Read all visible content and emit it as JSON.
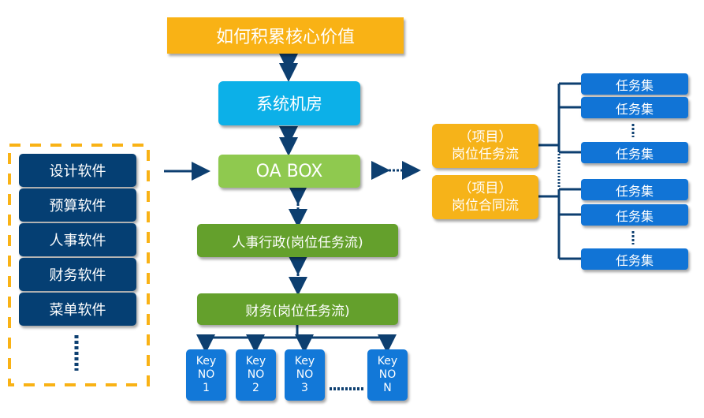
{
  "title": "如何积累核心价值",
  "server_room": "系统机房",
  "oa_box": "OA BOX",
  "hr_admin": "人事行政(岗位任务流)",
  "finance": "财务(岗位任务流)",
  "keys": [
    {
      "line1": "Key",
      "line2": "NO",
      "line3": "1"
    },
    {
      "line1": "Key",
      "line2": "NO",
      "line3": "2"
    },
    {
      "line1": "Key",
      "line2": "NO",
      "line3": "3"
    },
    {
      "line1": "Key",
      "line2": "NO",
      "line3": "N"
    }
  ],
  "software": [
    "设计软件",
    "预算软件",
    "人事软件",
    "财务软件",
    "菜单软件"
  ],
  "flows": [
    {
      "line1": "（项目）",
      "line2": "岗位任务流"
    },
    {
      "line1": "（项目）",
      "line2": "岗位合同流"
    }
  ],
  "task_sets": [
    "任务集",
    "任务集",
    "任务集",
    "任务集",
    "任务集",
    "任务集"
  ],
  "colors": {
    "title": "#f9b215",
    "server": "#0cb0e8",
    "oa_box": "#8fc94f",
    "green": "#64a02c",
    "key": "#1278d8",
    "software": "#053f73",
    "flow": "#f6b319",
    "task": "#1174d6",
    "connector": "#0d3f70",
    "dashed_border": "#f9b215"
  }
}
